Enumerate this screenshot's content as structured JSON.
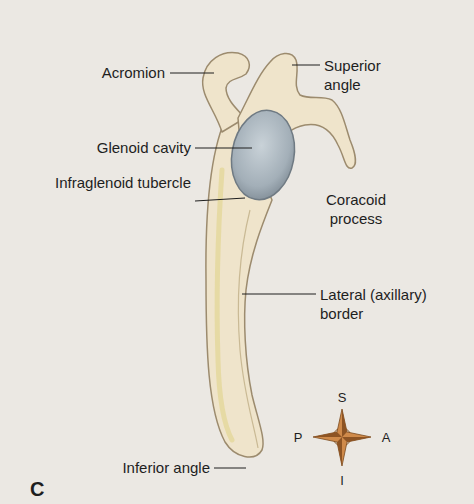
{
  "diagram": {
    "labels": [
      "Acromion",
      "Superior angle",
      "Glenoid cavity",
      "Infraglenoid tubercle",
      "Coracoid process",
      "Lateral (axillary) border",
      "Inferior angle",
      "C",
      "S",
      "P",
      "A",
      "I"
    ]
  }
}
